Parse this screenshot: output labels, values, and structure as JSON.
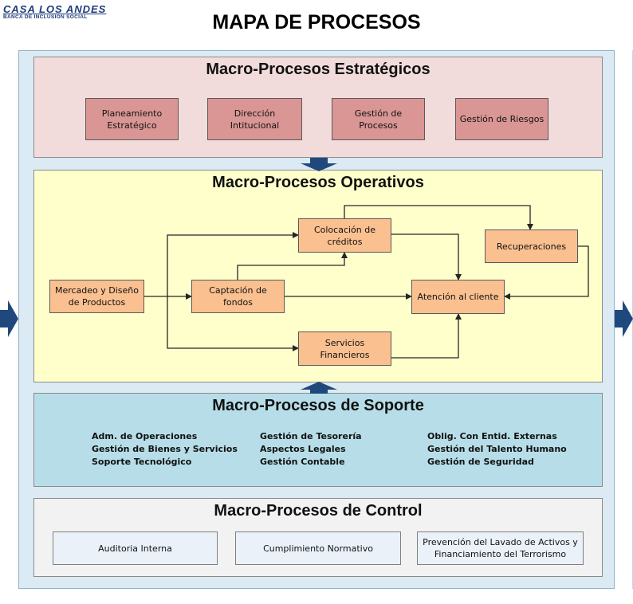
{
  "logo": {
    "name": "CASA LOS ANDES",
    "tagline": "BANCA DE INCLUSIÓN SOCIAL"
  },
  "title": "MAPA DE PROCESOS",
  "estrategicos": {
    "title": "Macro-Procesos Estratégicos",
    "boxes": [
      "Planeamiento Estratégico",
      "Dirección Intitucional",
      "Gestión de Procesos",
      "Gestión de Riesgos"
    ]
  },
  "operativos": {
    "title": "Macro-Procesos Operativos",
    "mercadeo": "Mercadeo y Diseño de Productos",
    "captacion": "Captación de fondos",
    "colocacion": "Colocación de créditos",
    "servicios": "Servicios Financieros",
    "atencion": "Atención al cliente",
    "recuperaciones": "Recuperaciones"
  },
  "soporte": {
    "title": "Macro-Procesos de Soporte",
    "columns": [
      [
        "Adm. de Operaciones",
        "Gestión de Bienes y Servicios",
        "Soporte Tecnológico"
      ],
      [
        "Gestión de Tesorería",
        "Aspectos Legales",
        "Gestión Contable"
      ],
      [
        "Oblig. Con Entid. Externas",
        "Gestión del Talento Humano",
        "Gestión de Seguridad"
      ]
    ]
  },
  "control": {
    "title": "Macro-Procesos de Control",
    "boxes": [
      "Auditoria Interna",
      "Cumplimiento Normativo",
      "Prevención del Lavado de Activos y Financiamiento del Terrorismo"
    ]
  },
  "colors": {
    "outer": "#dbeaf3",
    "estrategicos": "#f2dcdb",
    "estrategicos_box": "#d99694",
    "operativos": "#ffffcc",
    "operativos_box": "#fac090",
    "soporte": "#b7dee8",
    "control": "#f2f2f2",
    "control_box": "#ebf1f9",
    "arrow": "#1f497d"
  }
}
